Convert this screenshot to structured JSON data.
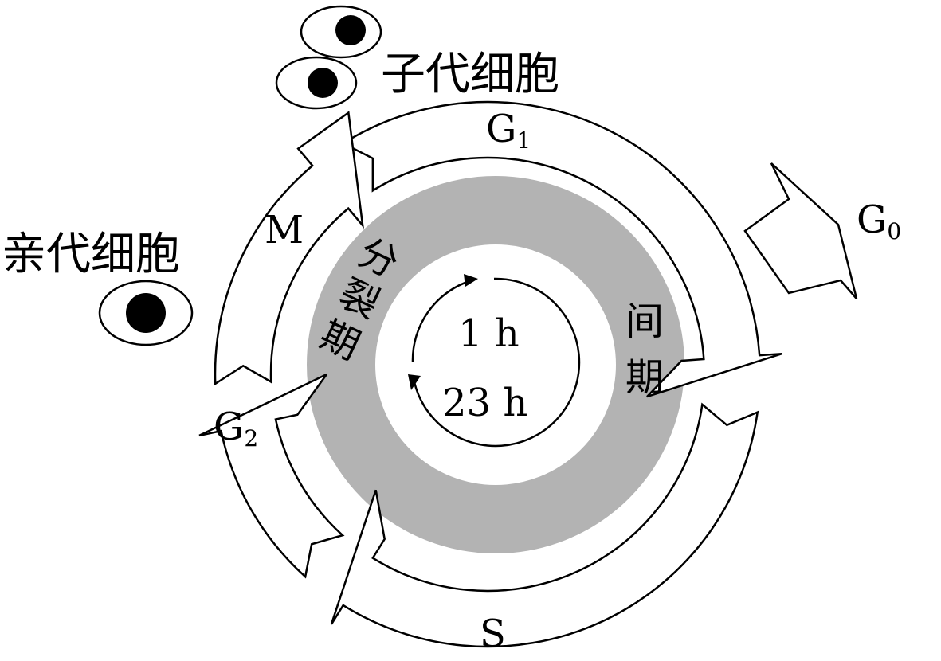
{
  "labels": {
    "daughter_cells": "子代细胞",
    "parent_cell": "亲代细胞",
    "g1": "G",
    "g1_sub": "1",
    "g0": "G",
    "g0_sub": "0",
    "g2": "G",
    "g2_sub": "2",
    "m": "M",
    "s": "S",
    "division_phase": [
      "分",
      "裂",
      "期"
    ],
    "interphase": [
      "间",
      "期"
    ],
    "division_time": "1 h",
    "interphase_time": "23 h"
  },
  "colors": {
    "ring": "#b3b3b3",
    "stroke": "#000000"
  }
}
